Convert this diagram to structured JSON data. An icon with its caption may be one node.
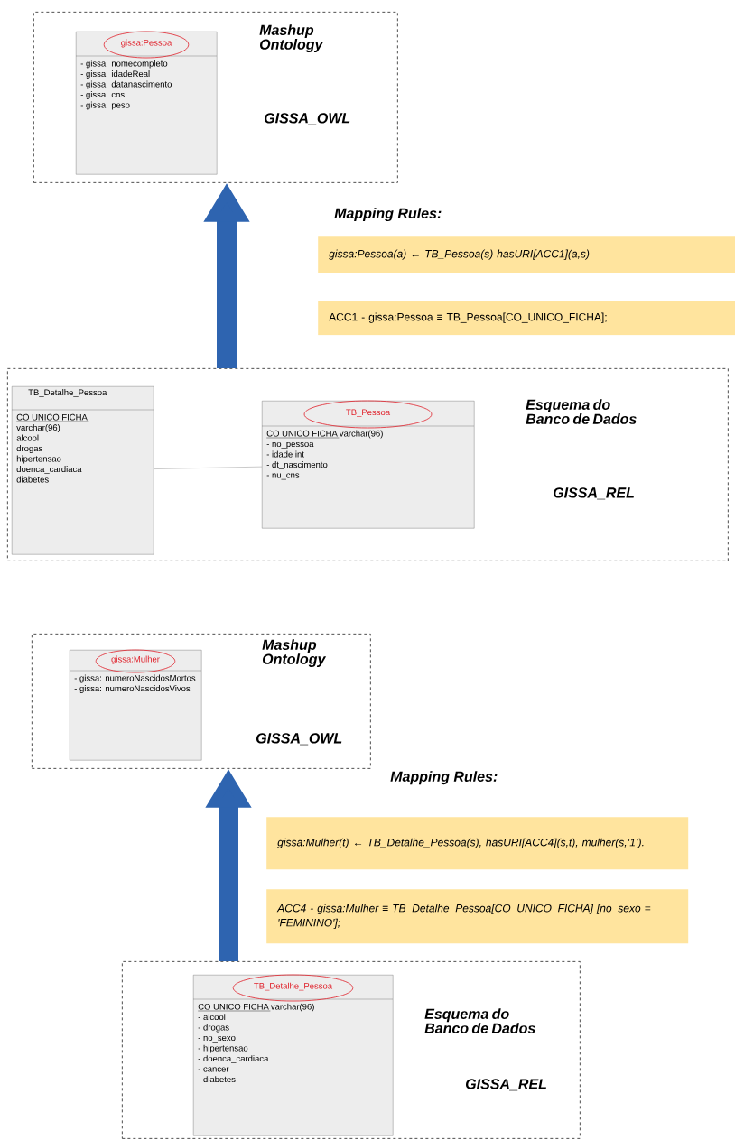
{
  "diagram": {
    "nodes": [
      {
        "text": [
          "Mashup Ontology",
          "GISSA_OWL"
        ]
      },
      {
        "text": [
          "gissa:Pessoa",
          "- gissa: nomecompleto",
          "- gissa: idadeReal",
          "- gissa: datanascimento",
          "- gissa: cns",
          "- gissa: peso"
        ],
        "in": 0
      },
      {
        "text": [
          "gissa:Pessoa(a) ← TB_Pessoa(s) hasURI[ACC1](a,s)"
        ]
      },
      {
        "text": [
          "ACC1 - gissa:Pessoa ≡ TB_Pessoa[CO_UNICO_FICHA];"
        ]
      },
      {
        "text": [
          "Esquema do Banco de Dados",
          "GISSA_REL"
        ]
      },
      {
        "text": [
          "TB_Detalhe_Pessoa",
          "CO UNICO FICHA",
          "varchar(96)",
          "alcool",
          "drogas",
          "hipertensao",
          "doenca_cardiaca",
          "diabetes"
        ],
        "in": 4
      },
      {
        "text": [
          "TB_Pessoa",
          "CO UNICO FICHA",
          "varchar(96)",
          "- no_pessoa",
          "- idade int",
          "- dt_nascimento",
          "- nu_cns"
        ],
        "in": 4
      },
      {
        "text": [
          "Mashup Ontology",
          "GISSA_OWL"
        ]
      },
      {
        "text": [
          "gissa:Mulher",
          "- gissa: numeroNascidosMortos",
          "- gissa: numeroNascidosVivos"
        ],
        "in": 7
      },
      {
        "text": [
          "gissa:Mulher(t) ← TB_Detalhe_Pessoa(s), hasURI[ACC4](s,t), mulher(s,‘1’)."
        ]
      },
      {
        "text": [
          "ACC4 - gissa:Mulher ≡ TB_Detalhe_Pessoa[CO_UNICO_FICHA] [no_sexo = 'FEMININO'];"
        ]
      },
      {
        "text": [
          "Esquema do Banco de Dados",
          "GISSA_REL"
        ]
      },
      {
        "text": [
          "TB_Detalhe_Pessoa",
          "CO UNICO FICHA",
          "varchar(96)",
          "- alcool",
          "- drogas",
          "- no_sexo",
          "- hipertensao",
          "- doenca_cardiaca",
          "- cancer",
          "- diabetes"
        ],
        "in": 11
      }
    ],
    "edges": [
      {
        "from": 5,
        "to": 6,
        "arrow": "none",
        "color": "#7a7a7a"
      },
      {
        "from": 4,
        "to": 0,
        "arrow": "to"
      },
      {
        "from": 11,
        "to": 7,
        "arrow": "to"
      }
    ],
    "labels": [
      "Mapping Rules:",
      "Mapping Rules:"
    ]
  }
}
